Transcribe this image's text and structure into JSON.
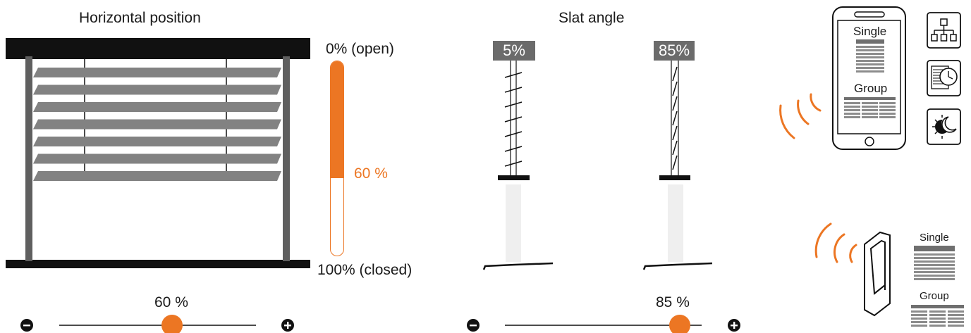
{
  "horizontal": {
    "title": "Horizontal position",
    "label_open": "0% (open)",
    "label_closed": "100% (closed)",
    "value_label": "60 %",
    "slider_value_label": "60 %",
    "value": 0.6
  },
  "slat": {
    "title": "Slat angle",
    "left_badge": "5%",
    "right_badge": "85%",
    "slider_value_label": "85 %",
    "slider_value": 0.85
  },
  "phone": {
    "single_label": "Single",
    "group_label": "Group"
  },
  "switch": {
    "single_label": "Single",
    "group_label": "Group"
  },
  "side_icons": [
    "group-hierarchy-icon",
    "timer-schedule-icon",
    "day-night-icon"
  ],
  "colors": {
    "accent": "#ec7623",
    "slat": "#828282",
    "frame": "#5f5f5f",
    "bar": "#111111"
  }
}
